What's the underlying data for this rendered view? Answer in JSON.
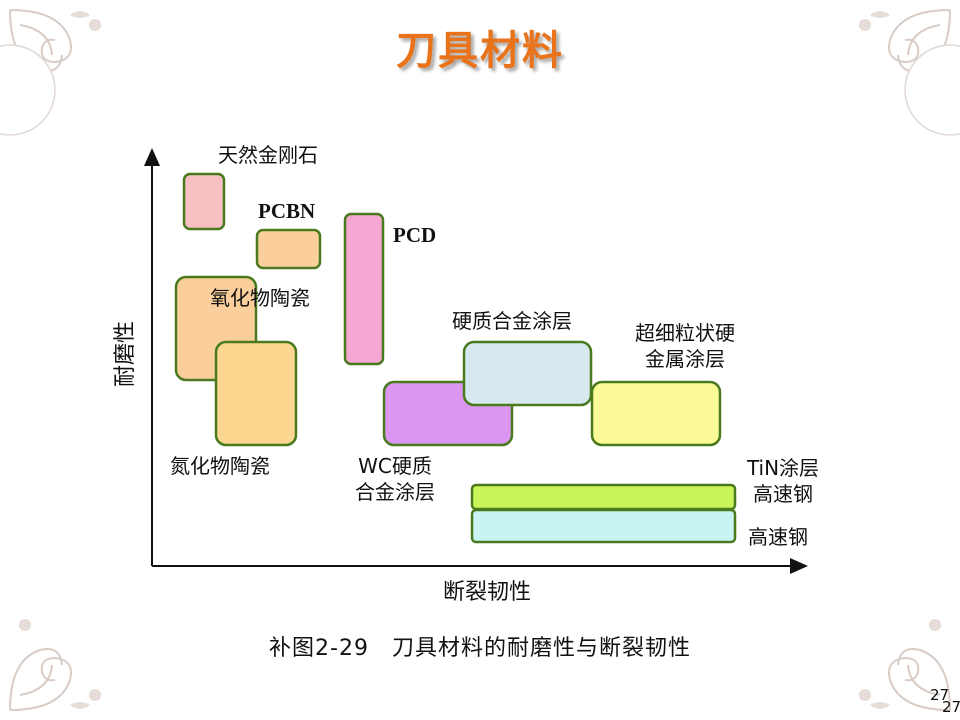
{
  "slide": {
    "title": "刀具材料",
    "caption": "补图2-29　刀具材料的耐磨性与断裂韧性",
    "page_number_a": "27",
    "page_number_b": "27"
  },
  "axes": {
    "y_label": "耐磨性",
    "x_label": "断裂韧性"
  },
  "materials": {
    "diamond": "天然金刚石",
    "pcbn": "PCBN",
    "pcd": "PCD",
    "oxide_ceramic": "氧化物陶瓷",
    "nitride_ceramic": "氮化物陶瓷",
    "wc_coating_l1": "WC硬质",
    "wc_coating_l2": "合金涂层",
    "carbide_coating": "硬质合金涂层",
    "ultrafine_l1": "超细粒状硬",
    "ultrafine_l2": "金属涂层",
    "tin_l1": "TiN涂层",
    "tin_l2": "高速钢",
    "hss": "高速钢"
  },
  "colors": {
    "title": "#e8731a",
    "box_border": "#4a7a1e",
    "diamond": "#f9c0c3",
    "pcbn": "#fbcf9b",
    "pcd": "#f6a6d2",
    "oxide_ceramic": "#fbcf9b",
    "nitride_ceramic": "#fcd790",
    "wc_coating": "#db96f1",
    "carbide_coating": "#d7e9ef",
    "ultrafine": "#fafb96",
    "tin_hss": "#c9f55a",
    "hss": "#c8f4f3"
  }
}
